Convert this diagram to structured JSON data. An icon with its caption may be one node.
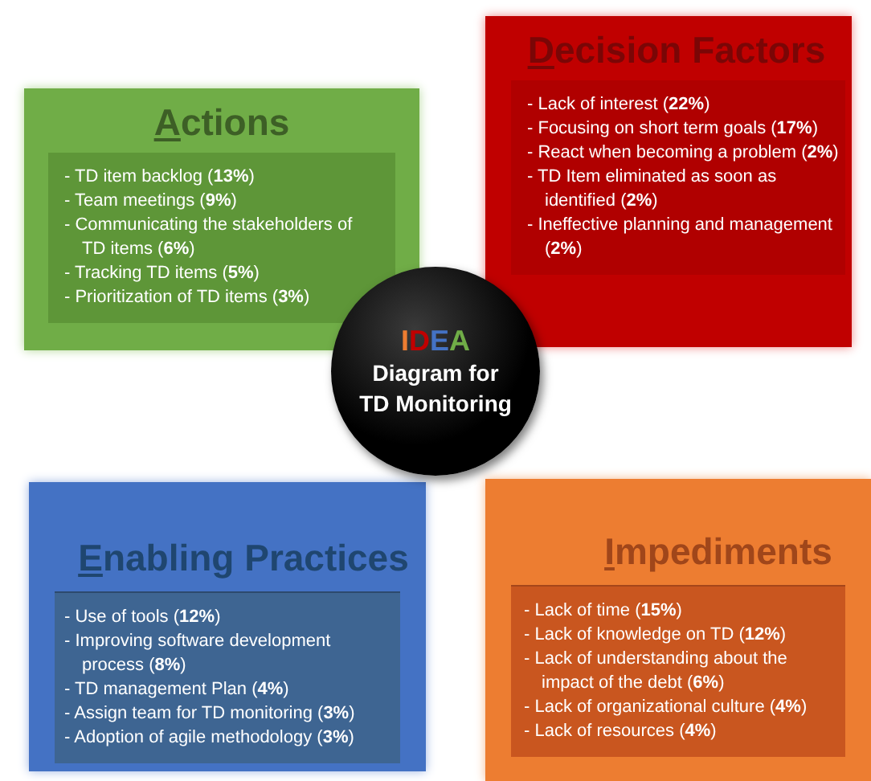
{
  "diagram": {
    "nodes": [
      {
        "text": [
          "Actions",
          "- TD item backlog (**13%**)",
          "- Team meetings (**9%**)",
          "- Communicating the stakeholders of TD items (**6%**)",
          "- Tracking TD items (**5%**)",
          "- Prioritization of TD items (**3%**)"
        ]
      },
      {
        "text": [
          "Decision Factors",
          "- Lack of interest (**22%**)",
          "- Focusing on short term goals (**17%**)",
          "- React when becoming a problem (**2%**)",
          "- TD Item eliminated as soon as identified (**2%**)",
          "- Ineffective planning and management (**2%**)"
        ]
      },
      {
        "text": [
          "IDEA",
          "Diagram for TD Monitoring"
        ]
      },
      {
        "text": [
          "Enabling Practices",
          "- Use of tools (**12%**)",
          "- Improving software development process (**8%**)",
          "- TD management Plan (**4%**)",
          "- Assign team for TD monitoring (**3%**)",
          "- Adoption of agile methodology (**3%**)"
        ]
      },
      {
        "text": [
          "Impediments",
          "- Lack of time (**15%**)",
          "- Lack of knowledge on TD (**12%**)",
          "- Lack of understanding about the impact of the debt (**6%**)",
          "- Lack of organizational culture (**4%**)",
          "- Lack of resources (**4%**)"
        ]
      }
    ]
  }
}
